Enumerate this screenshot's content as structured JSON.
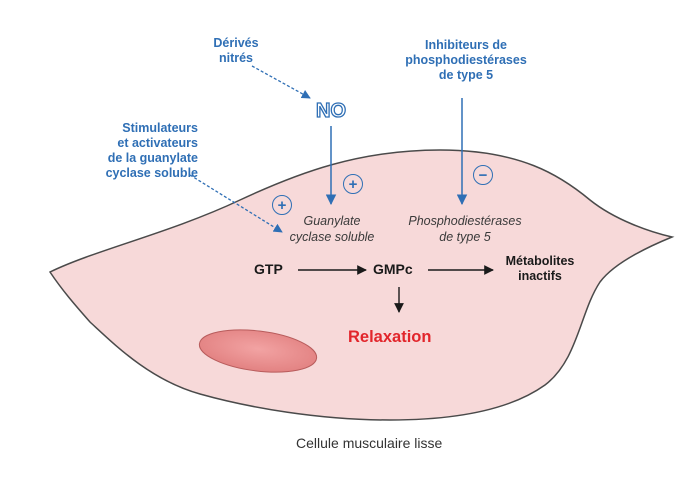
{
  "title": "",
  "labels": {
    "derives_nitres": [
      "Dérivés",
      "nitrés"
    ],
    "no": "NO",
    "inhibiteurs": [
      "Inhibiteurs de",
      "phosphodiestérases",
      "de type 5"
    ],
    "stimulateurs": [
      "Stimulateurs",
      "et activateurs",
      "de la guanylate",
      "cyclase soluble"
    ],
    "guanylate": [
      "Guanylate",
      "cyclase soluble"
    ],
    "phospho": [
      "Phosphodiestérases",
      "de type 5"
    ],
    "gtp": "GTP",
    "gmpc": "GMPc",
    "metabolites": [
      "Métabolites",
      "inactifs"
    ],
    "relaxation": "Relaxation",
    "caption": "Cellule musculaire lisse",
    "plus": "+",
    "minus": "−"
  },
  "colors": {
    "cell_fill": "#f7d9d9",
    "cell_stroke": "#4a4a4a",
    "nucleus_fill": "#ec8f8f",
    "blue": "#2f6fb5",
    "red": "#e2252b"
  }
}
